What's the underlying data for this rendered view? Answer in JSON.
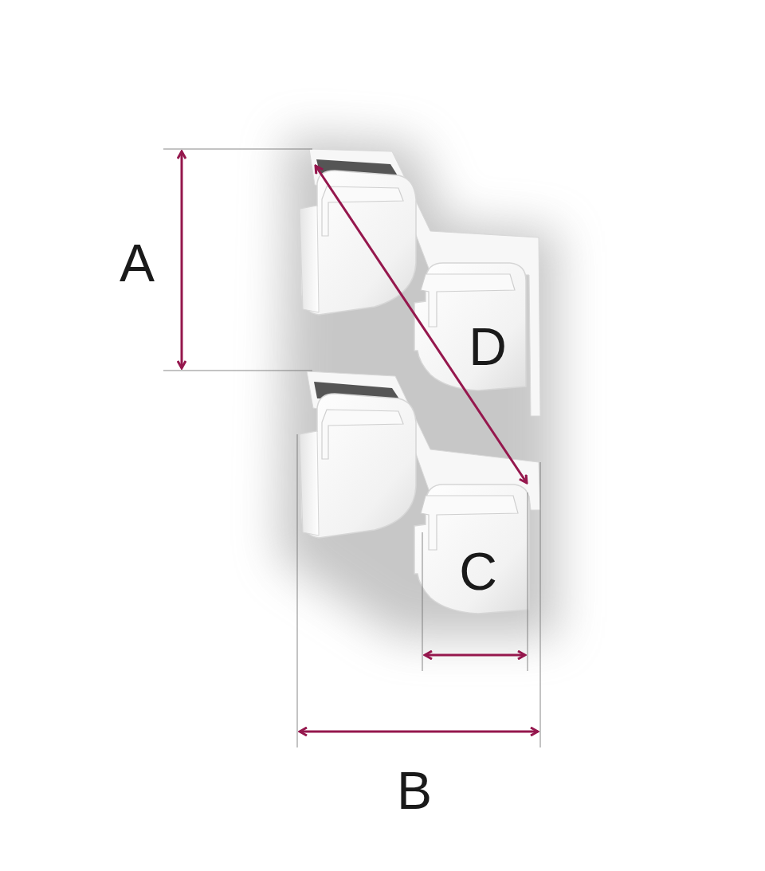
{
  "diagram": {
    "labels": [
      "A",
      "D",
      "C",
      "B"
    ]
  }
}
